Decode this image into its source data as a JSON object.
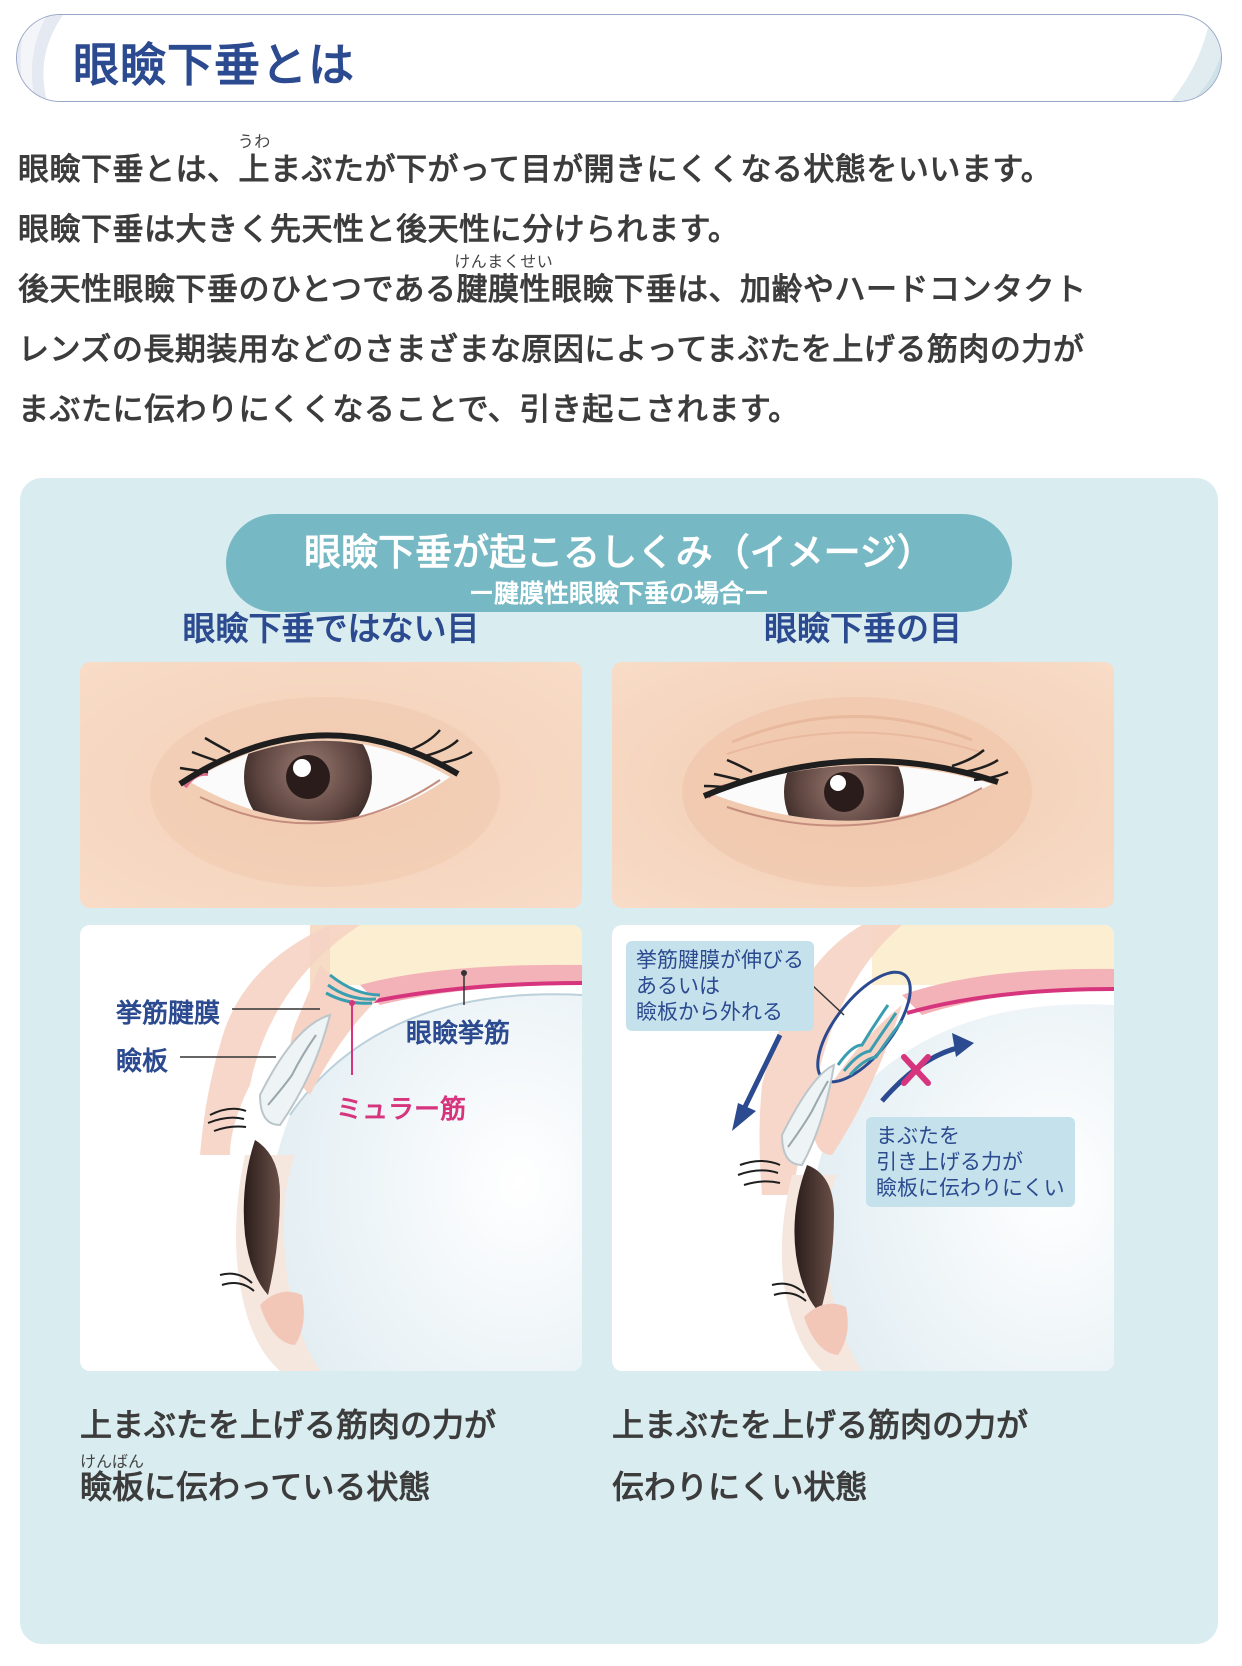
{
  "title": "眼瞼下垂とは",
  "intro": {
    "l1_a": "眼瞼下垂とは、",
    "l1_ruby_base": "上",
    "l1_ruby_text": "うわ",
    "l1_b": "まぶたが下がって目が開きにくくなる状態をいいます。",
    "l2": "眼瞼下垂は大きく先天性と後天性に分けられます。",
    "l3_a": "後天性眼瞼下垂のひとつである",
    "l3_ruby_base": "腱膜性",
    "l3_ruby_text": "けんまくせい",
    "l3_b": "眼瞼下垂は、加齢やハードコンタクト",
    "l4": "レンズの長期装用などのさまざまな原因によってまぶたを上げる筋肉の力が",
    "l5": "まぶたに伝わりにくくなることで、引き起こされます。"
  },
  "mechanism": {
    "title": "眼瞼下垂が起こるしくみ（イメージ）",
    "subtitle": "ー腱膜性眼瞼下垂の場合ー"
  },
  "left": {
    "heading": "眼瞼下垂ではない目",
    "labels": {
      "aponeurosis": "挙筋腱膜",
      "tarsus": "瞼板",
      "levator": "眼瞼挙筋",
      "muller": "ミュラー筋"
    },
    "caption_l1": "上まぶたを上げる筋肉の力が",
    "caption_ruby_base": "瞼板",
    "caption_ruby_text": "けんばん",
    "caption_l2_rest": "に伝わっている状態"
  },
  "right": {
    "heading": "眼瞼下垂の目",
    "note1_l1": "挙筋腱膜が伸びる",
    "note1_l2": "あるいは",
    "note1_l3": "瞼板から外れる",
    "note2_l1": "まぶたを",
    "note2_l2": "引き上げる力が",
    "note2_l3": "瞼板に伝わりにくい",
    "caption_l1": "上まぶたを上げる筋肉の力が",
    "caption_l2": "伝わりにくい状態"
  },
  "colors": {
    "title_blue": "#2b4a8f",
    "teal": "#76b9c4",
    "panel_bg": "#d9ecf0",
    "muller_pink": "#d6357e",
    "skin": "#f5d5bd"
  }
}
